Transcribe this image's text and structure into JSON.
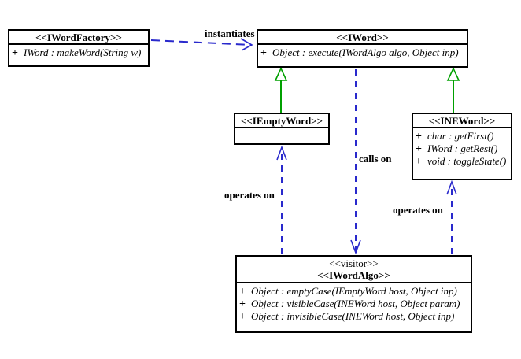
{
  "classes": {
    "iwordfactory": {
      "title": "<<IWordFactory>>",
      "methods": [
        "IWord : makeWord(String w)"
      ]
    },
    "iword": {
      "title": "<<IWord>>",
      "methods": [
        "Object : execute(IWordAlgo algo, Object inp)"
      ]
    },
    "iemptyword": {
      "title": "<<IEmptyWord>>",
      "methods": []
    },
    "ineword": {
      "title": "<<INEWord>>",
      "methods": [
        "char : getFirst()",
        "IWord : getRest()",
        "void : toggleState()"
      ]
    },
    "iwordalgo": {
      "stereotype": "<<visitor>>",
      "title": "<<IWordAlgo>>",
      "methods": [
        "Object : emptyCase(IEmptyWord host, Object inp)",
        "Object : visibleCase(INEWord host, Object param)",
        "Object : invisibleCase(INEWord host, Object inp)"
      ]
    }
  },
  "visibility": "+",
  "edge_labels": {
    "instantiates": "instantiates",
    "calls_on": "calls on",
    "operates_on_left": "operates on",
    "operates_on_right": "operates on"
  },
  "colors": {
    "generalization_green": "#00a000",
    "dependency_blue": "#2929cc",
    "border_black": "#000000",
    "background": "#ffffff"
  }
}
